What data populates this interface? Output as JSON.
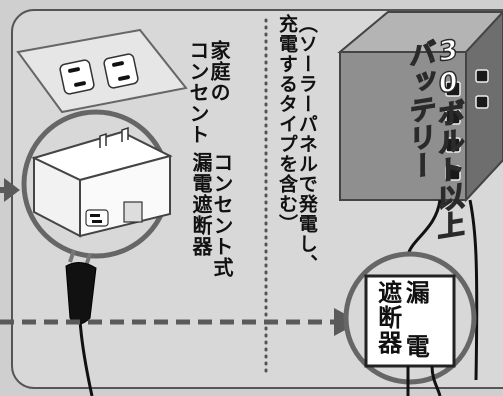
{
  "labels": {
    "home_outlet": [
      "家庭の",
      "コンセント"
    ],
    "plug_in_breaker": [
      "コンセント式",
      "漏電遮断器"
    ],
    "solar_note": [
      "（ソーラーパネルで発電し、",
      "充電するタイプを含む）"
    ],
    "battery": [
      "30ボルト以上",
      "バッテリー"
    ],
    "rcd": [
      "漏 電",
      "遮断器"
    ]
  },
  "colors": {
    "background": "#cfcfcf",
    "panel": "#d8d8d8",
    "outline": "#555555",
    "circle_stroke": "#666666",
    "arrow": "#5a5a5a",
    "battery_body": "#8f8f8f",
    "battery_side": "#6e6e6e",
    "battery_top": "#b4b4b4",
    "cable": "#111111"
  },
  "icons": {
    "outlet": "wall-outlet-icon",
    "plug_breaker": "plug-in-breaker-icon",
    "plug": "plug-icon",
    "battery": "battery-icon",
    "rcd": "earth-leakage-breaker-icon"
  }
}
